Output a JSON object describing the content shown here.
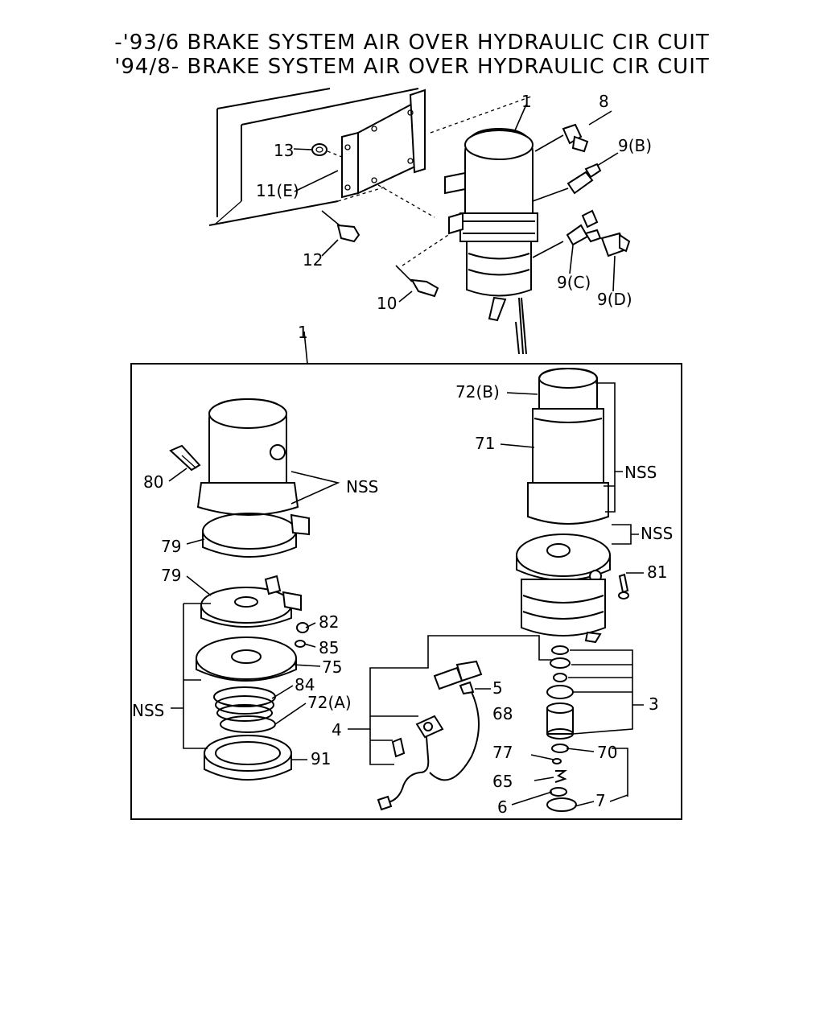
{
  "title": {
    "line1": "-'93/6  BRAKE SYSTEM AIR OVER HYDRAULIC CIR CUIT",
    "line2": "'94/8-  BRAKE SYSTEM AIR OVER HYDRAULIC CIR CUIT"
  },
  "labels": {
    "p1_top": "1",
    "p8": "8",
    "p9b": "9(B)",
    "p13": "13",
    "p11e": "11(E)",
    "p12": "12",
    "p9c": "9(C)",
    "p9d": "9(D)",
    "p10": "10",
    "p1_box": "1",
    "p72b": "72(B)",
    "p71": "71",
    "nss_right_upper": "NSS",
    "nss_right_mid": "NSS",
    "p81": "81",
    "p80": "80",
    "nss_left_upper": "NSS",
    "p79a": "79",
    "p79b": "79",
    "p82": "82",
    "p85": "85",
    "p75": "75",
    "p84": "84",
    "p72a": "72(A)",
    "nss_left_lower": "NSS",
    "p91": "91",
    "p5": "5",
    "p4": "4",
    "p3": "3",
    "p68": "68",
    "p77": "77",
    "p70": "70",
    "p65": "65",
    "p6": "6",
    "p7": "7"
  }
}
